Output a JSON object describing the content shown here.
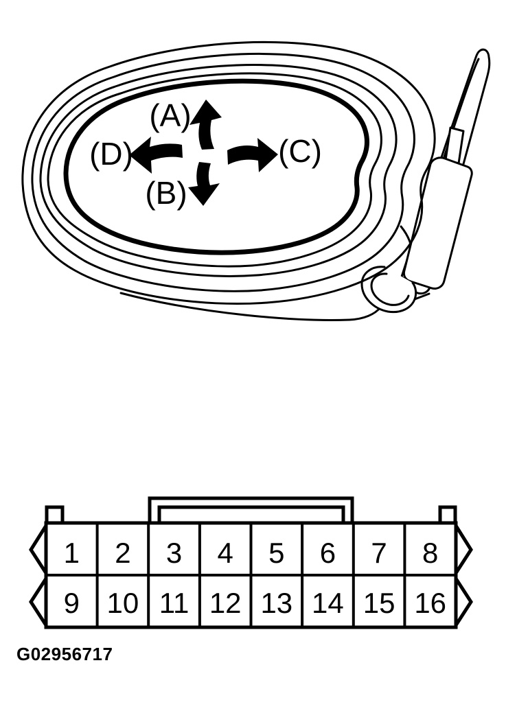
{
  "figure": {
    "id_label": "G02956717",
    "line_color": "#000000",
    "background_color": "#ffffff"
  },
  "mirror": {
    "labels": {
      "up": "(A)",
      "down": "(B)",
      "right": "(C)",
      "left": "(D)"
    }
  },
  "connector": {
    "rows": 2,
    "columns": 8,
    "pins_row1": [
      "1",
      "2",
      "3",
      "4",
      "5",
      "6",
      "7",
      "8"
    ],
    "pins_row2": [
      "9",
      "10",
      "11",
      "12",
      "13",
      "14",
      "15",
      "16"
    ]
  }
}
